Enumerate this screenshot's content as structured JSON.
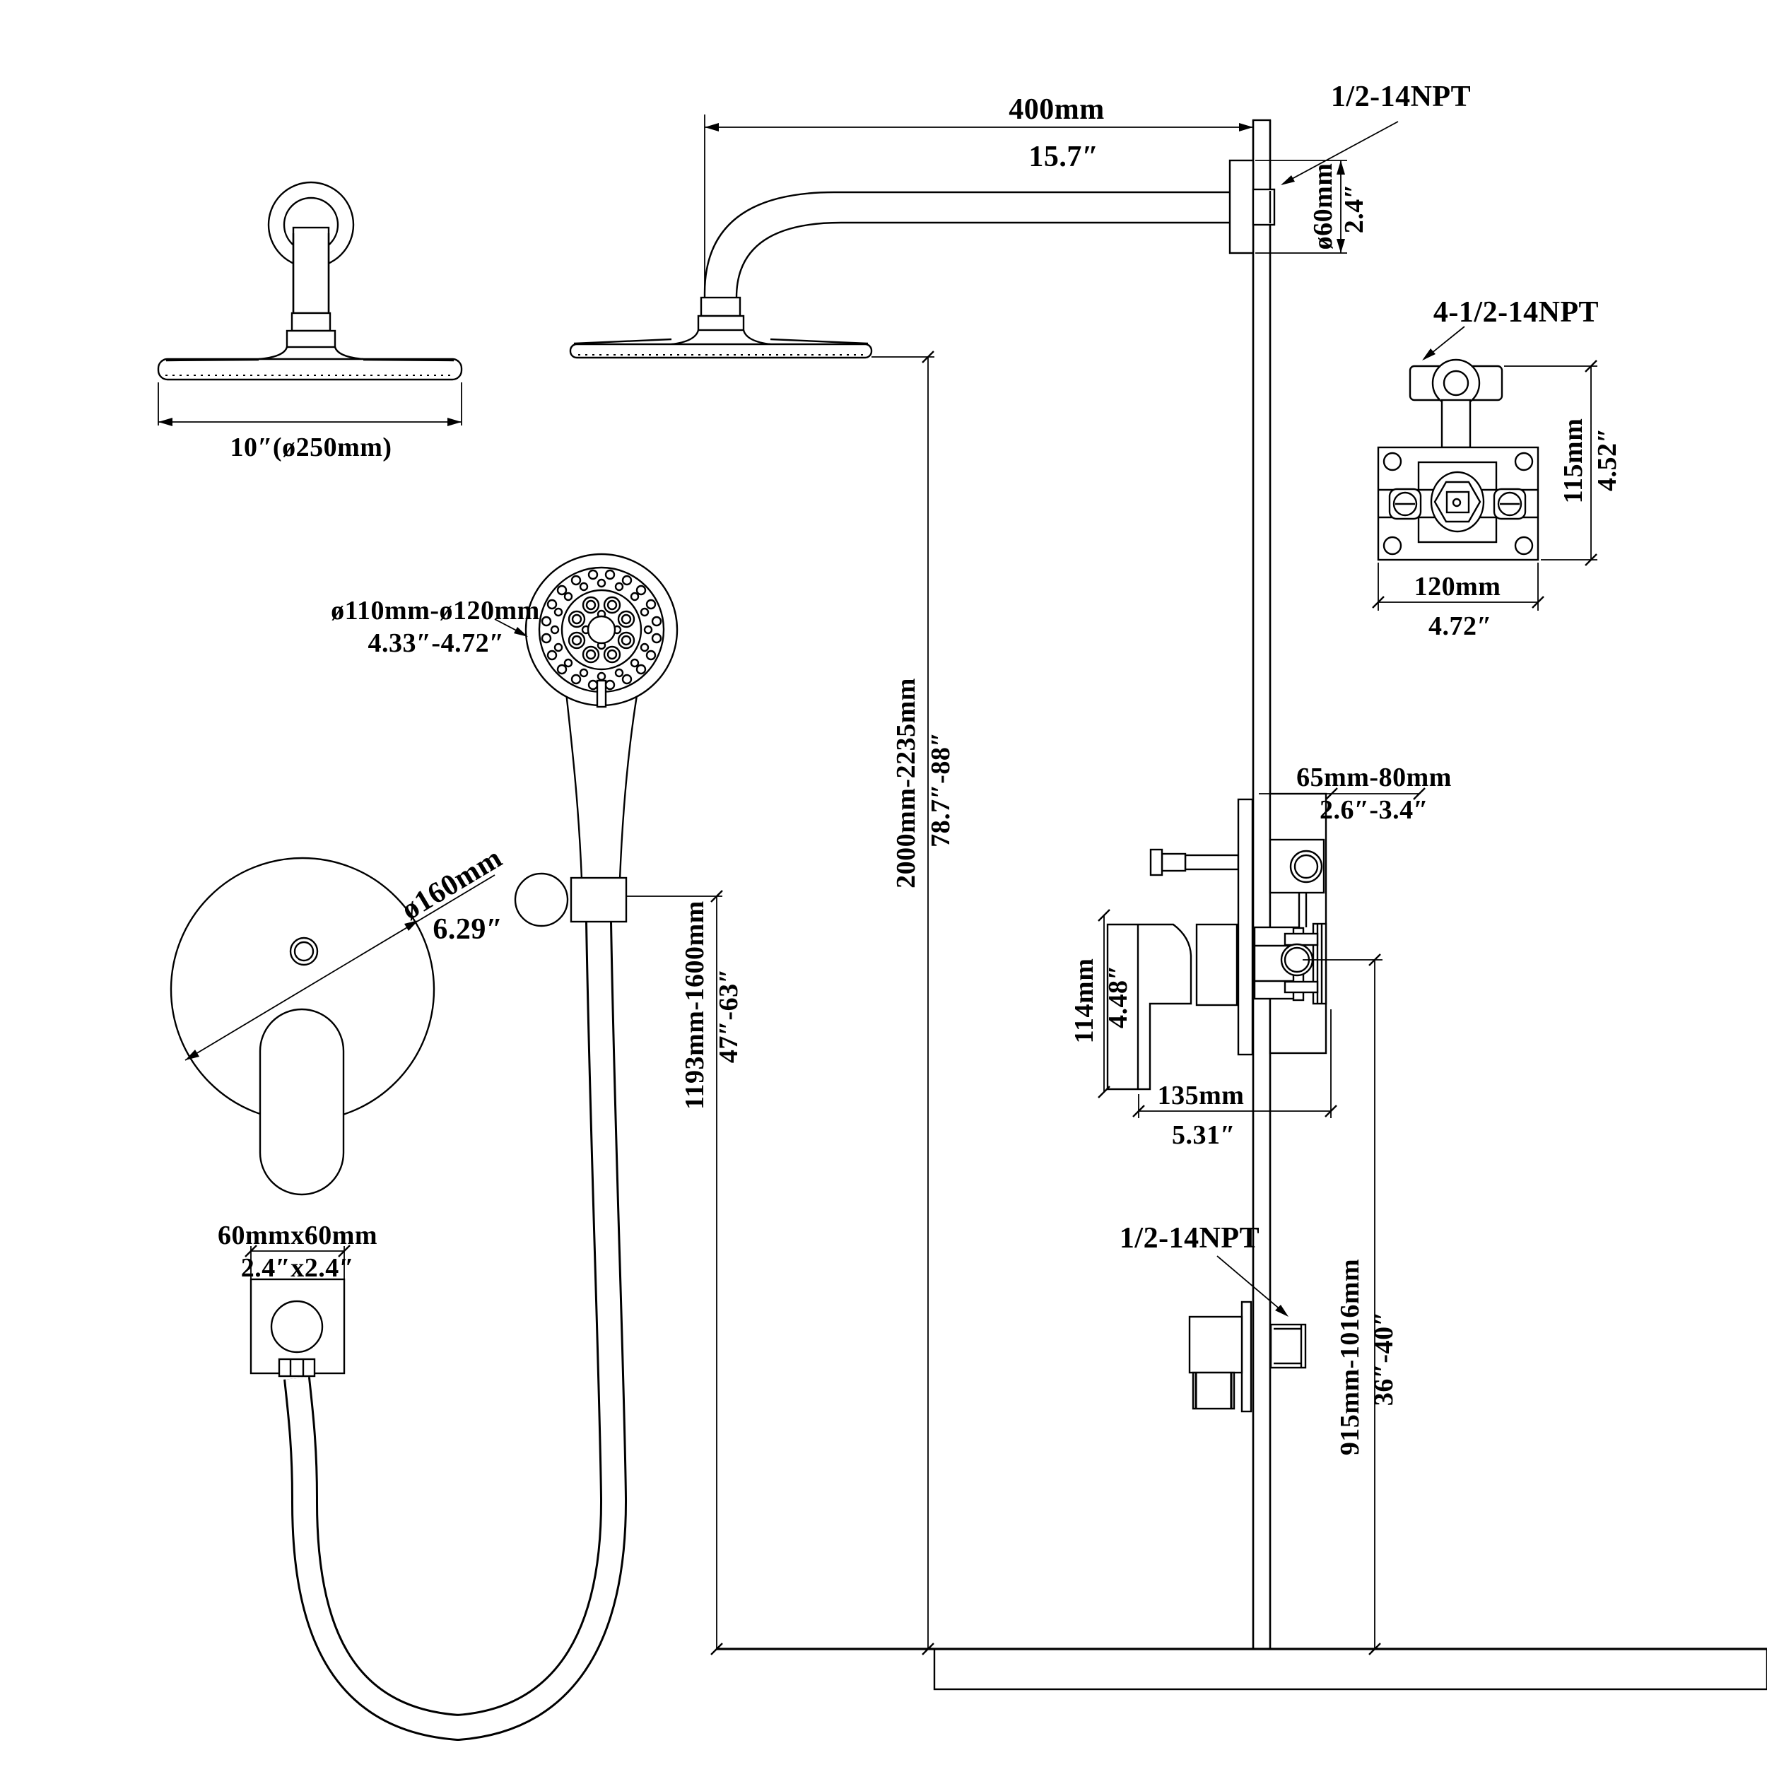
{
  "labels": {
    "arm_length_mm": "400mm",
    "arm_length_in": "15.7″",
    "top_npt": "1/2-14NPT",
    "arm_outlet_dia_mm": "ø60mm",
    "arm_outlet_dia_in": "2.4″",
    "head_dia": "10″(ø250mm)",
    "valve_npt": "4-1/2-14NPT",
    "valve_height_mm": "115mm",
    "valve_height_in": "4.52″",
    "valve_width_mm": "120mm",
    "valve_width_in": "4.72″",
    "hand_dia_mm": "ø110mm-ø120mm",
    "hand_dia_in": "4.33″-4.72″",
    "trim_dia_mm": "ø160mm",
    "trim_dia_in": "6.29″",
    "riser_height_mm": "2000mm-2235mm",
    "riser_height_in": "78.7″-88″",
    "holder_height_mm": "1193mm-1600mm",
    "holder_height_in": "47″-63″",
    "wall_depth_mm": "65mm-80mm",
    "wall_depth_in": "2.6″-3.4″",
    "trim_h_mm": "114mm",
    "trim_h_in": "4.48″",
    "trim_w_mm": "135mm",
    "trim_w_in": "5.31″",
    "spout_npt": "1/2-14NPT",
    "spout_height_mm": "915mm-1016mm",
    "spout_height_in": "36″-40″",
    "outlet_sq_mm": "60mmx60mm",
    "outlet_sq_in": "2.4″x2.4″"
  }
}
